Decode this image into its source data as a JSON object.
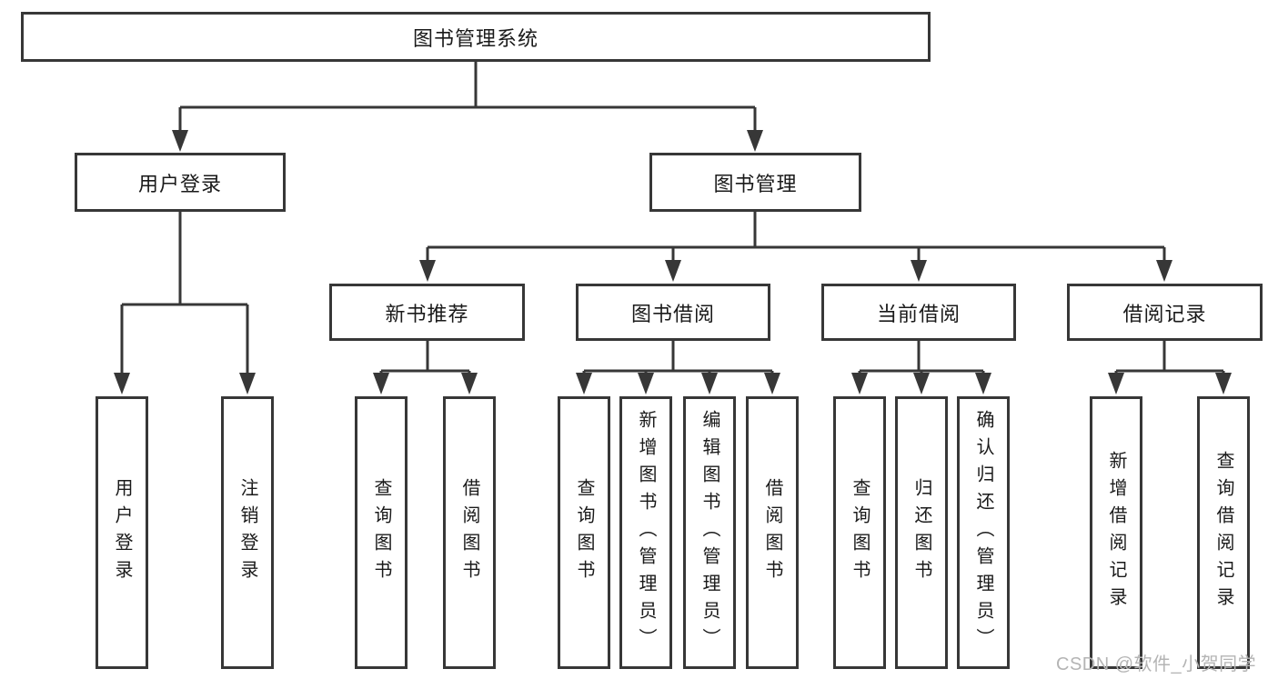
{
  "diagram_type": "tree",
  "structure": {
    "label": "图书管理系统",
    "children": [
      {
        "label": "用户登录",
        "children": [
          {
            "label": "用户登录"
          },
          {
            "label": "注销登录"
          }
        ]
      },
      {
        "label": "图书管理",
        "children": [
          {
            "label": "新书推荐",
            "children": [
              {
                "label": "查询图书"
              },
              {
                "label": "借阅图书"
              }
            ]
          },
          {
            "label": "图书借阅",
            "children": [
              {
                "label": "查询图书"
              },
              {
                "label": "新增图书（管理员）"
              },
              {
                "label": "编辑图书（管理员）"
              },
              {
                "label": "借阅图书"
              }
            ]
          },
          {
            "label": "当前借阅",
            "children": [
              {
                "label": "查询图书"
              },
              {
                "label": "归还图书"
              },
              {
                "label": "确认归还（管理员）"
              }
            ]
          },
          {
            "label": "借阅记录",
            "children": [
              {
                "label": "新增借阅记录"
              },
              {
                "label": "查询借阅记录"
              }
            ]
          }
        ]
      }
    ]
  },
  "watermark": {
    "text": "CSDN @软件_小贺同学"
  },
  "colors": {
    "line": "#373737",
    "box_border": "#373737",
    "text": "#1a1a1a",
    "watermark": "#b4b4b4",
    "background": "#ffffff"
  }
}
